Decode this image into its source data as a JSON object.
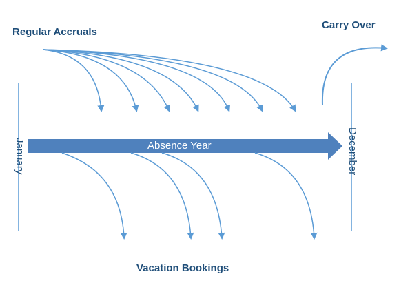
{
  "labels": {
    "regular_accruals": "Regular Accruals",
    "carry_over": "Carry Over",
    "absence_year": "Absence Year",
    "january": "January",
    "december": "December",
    "vacation_bookings": "Vacation Bookings"
  },
  "colors": {
    "arrow": "#5b9bd5",
    "bar": "#4f81bd",
    "text": "#1f4e79"
  }
}
